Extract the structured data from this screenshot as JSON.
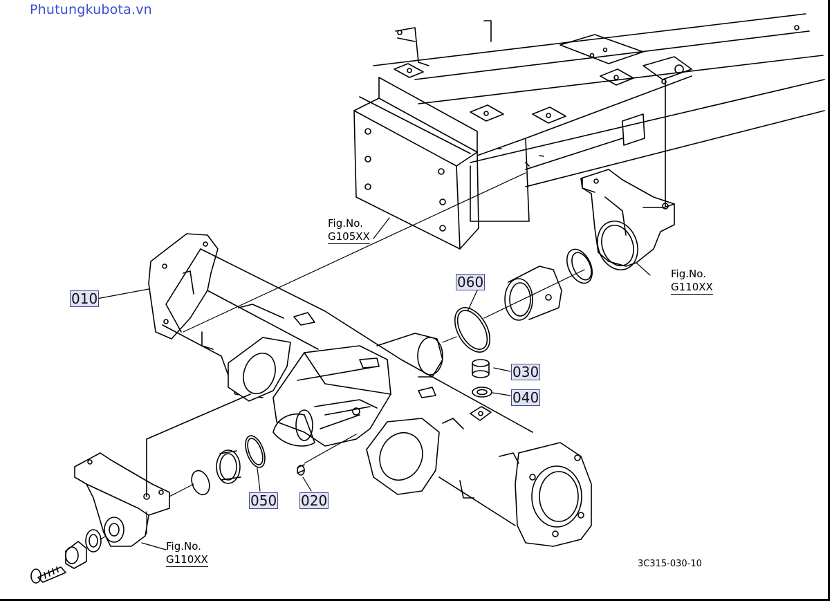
{
  "watermark": "Phutungkubota.vn",
  "drawing_number": "3C315-030-10",
  "part_labels": {
    "p010": "010",
    "p020": "020",
    "p030": "030",
    "p040": "040",
    "p050": "050",
    "p060": "060"
  },
  "fig_refs": {
    "frame": {
      "title": "Fig.No.",
      "code": "G105XX"
    },
    "bracket_right": {
      "title": "Fig.No.",
      "code": "G110XX"
    },
    "bracket_left": {
      "title": "Fig.No.",
      "code": "G110XX"
    }
  },
  "colors": {
    "line": "#000000",
    "label_bg": "#dfe3f5",
    "label_border": "#4a4a8a",
    "watermark": "#3a4fd0"
  }
}
